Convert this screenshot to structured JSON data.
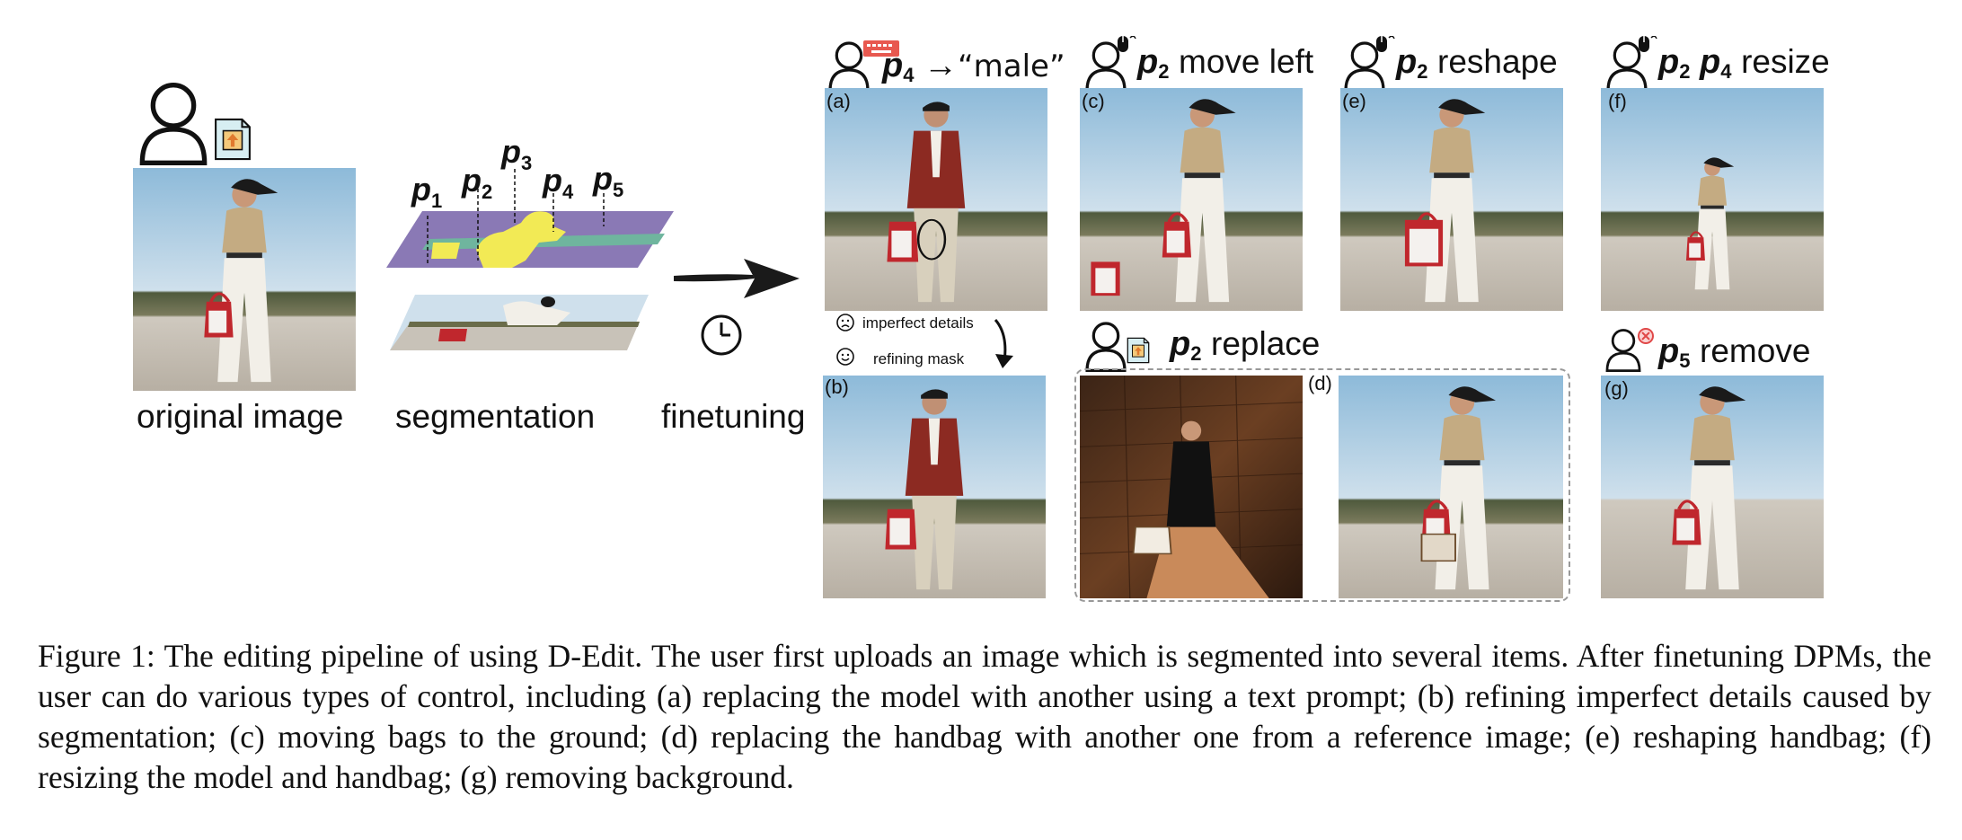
{
  "left": {
    "original_label": "original image",
    "segmentation_label": "segmentation",
    "finetuning_label": "finetuning",
    "points": [
      {
        "p": "p",
        "sub": "1"
      },
      {
        "p": "p",
        "sub": "2"
      },
      {
        "p": "p",
        "sub": "3"
      },
      {
        "p": "p",
        "sub": "4"
      },
      {
        "p": "p",
        "sub": "5"
      }
    ]
  },
  "panels": {
    "a": {
      "tag": "(a)",
      "p": "p",
      "sub": "4",
      "arrow": "→",
      "text": "“male”"
    },
    "b": {
      "tag": "(b)"
    },
    "c": {
      "tag": "(c)",
      "p": "p",
      "sub": "2",
      "text": "move left"
    },
    "d": {
      "tag": "(d)",
      "p": "p",
      "sub": "2",
      "text": "replace"
    },
    "e": {
      "tag": "(e)",
      "p": "p",
      "sub": "2",
      "text": "reshape"
    },
    "f": {
      "tag": "(f)",
      "p1": "p",
      "sub1": "2",
      "p2": "p",
      "sub2": "4",
      "text": "resize"
    },
    "g": {
      "tag": "(g)",
      "p": "p",
      "sub": "5",
      "text": "remove"
    }
  },
  "notes": {
    "imperfect": "imperfect details",
    "refining": "refining mask"
  },
  "caption": "Figure 1: The editing pipeline of using D-Edit. The user first uploads an image which is segmented into several items. After finetuning DPMs, the user can do various types of control, including (a) replacing the model with another using a text prompt; (b) refining imperfect details caused by segmentation; (c) moving bags to the ground; (d) replacing the handbag with another one from a reference image; (e) reshaping handbag; (f) resizing the model and handbag; (g) removing background.",
  "colors": {
    "sky_top": "#9fc3de",
    "sky_bottom": "#d3e3ee",
    "sand": "#c8c2b8",
    "seg_purple": "#8a79b5",
    "seg_green": "#6fb59e",
    "seg_yellow": "#f2ea55",
    "bag_red": "#c0272d",
    "upload_icon_bg": "#d7eef2",
    "keyboard_red": "#e8584f",
    "remove_red": "#e04848"
  }
}
